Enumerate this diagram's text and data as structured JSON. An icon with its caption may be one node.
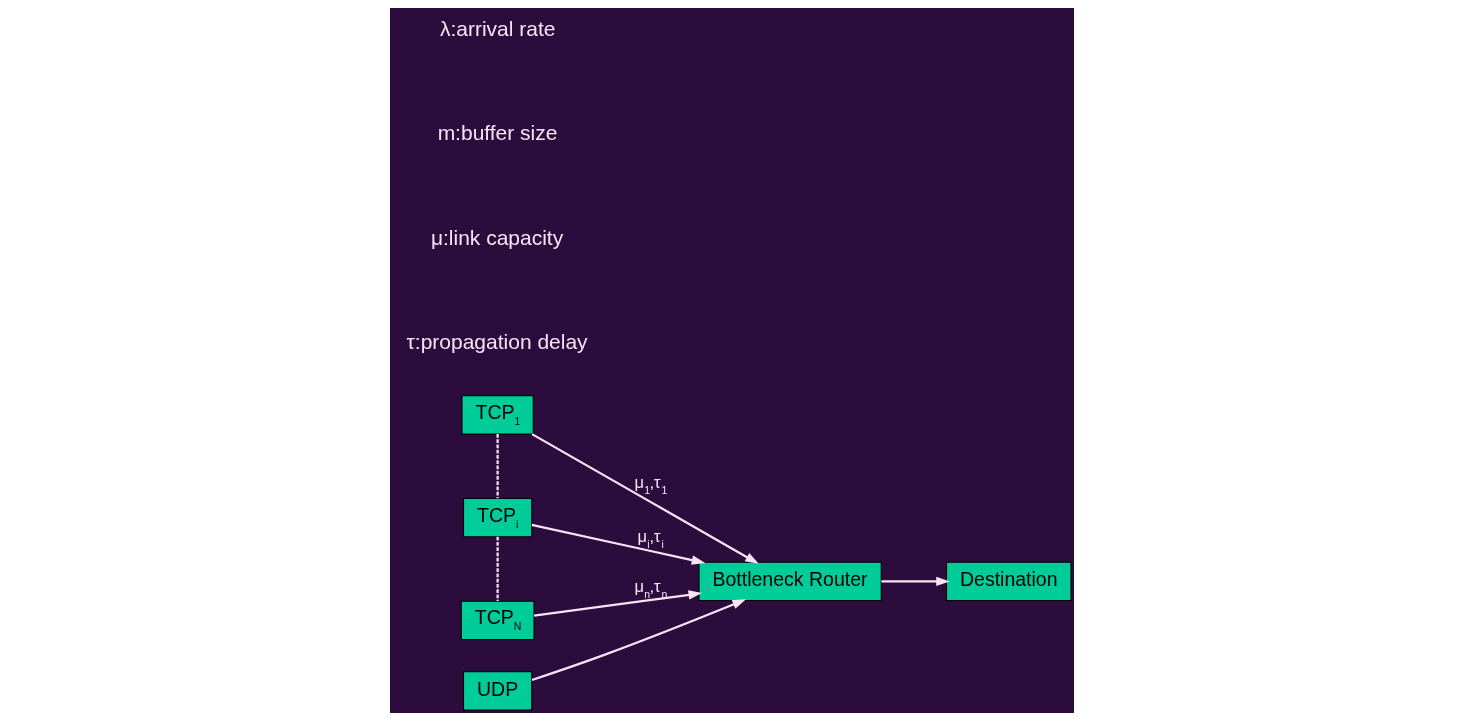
{
  "diagram": {
    "nodes": [
      {
        "text": [
          "TCP$_{1}$"
        ]
      },
      {
        "text": [
          "UDP"
        ]
      },
      {
        "text": [
          "TCP$_{i}$"
        ]
      },
      {
        "text": [
          "Bottleneck Router"
        ]
      },
      {
        "text": [
          "Destination"
        ]
      },
      {
        "text": [
          "TCP$_{N}$"
        ]
      }
    ],
    "edges": [
      {
        "from": 0,
        "to": 3,
        "arrow": "to",
        "label": "μ$_{1}$,τ$_{1}$"
      },
      {
        "from": 1,
        "to": 3,
        "arrow": "to"
      },
      {
        "from": 2,
        "to": 3,
        "arrow": "to",
        "label": "μ$_{i}$,τ$_{i}$"
      },
      {
        "from": 5,
        "to": 3,
        "arrow": "to",
        "label": "μ$_{n}$,τ$_{n}$"
      },
      {
        "from": 3,
        "to": 4,
        "arrow": "to"
      },
      {
        "from": 0,
        "to": 2,
        "arrow": "none",
        "style": "dashed"
      },
      {
        "from": 2,
        "to": 5,
        "arrow": "none",
        "style": "dashed"
      }
    ],
    "labels": [
      "λ:arrival rate",
      "m:buffer size",
      "μ:link capacity",
      "τ:propagation delay"
    ]
  }
}
